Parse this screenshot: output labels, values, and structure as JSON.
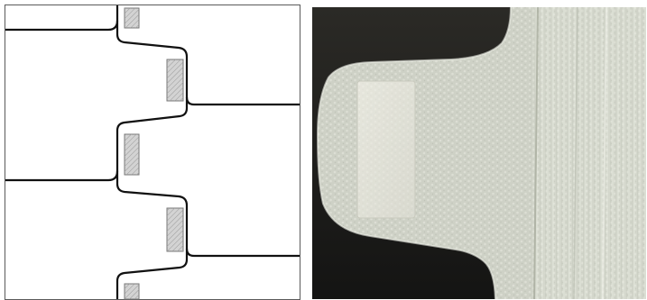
{
  "figure": {
    "panels": [
      {
        "id": "schematic",
        "kind": "line-drawing",
        "description_tag": "fold-pattern-schematic",
        "colors": {
          "background": "#ffffff",
          "frame": "#5a5a5a",
          "outline": "#111111",
          "patch_fill": "#d3d3d3",
          "patch_border": "#777777",
          "hatch": "#9a9a9a"
        },
        "patch_count": 5
      },
      {
        "id": "photo",
        "kind": "photograph",
        "description_tag": "fabric-flap-with-patch-photo",
        "colors": {
          "background_dark": "#1e1e1c",
          "fabric_light": "#dfe2d8",
          "fabric_mid": "#c9ccc0",
          "fabric_shadow": "#aeb2a6",
          "patch": "#ecebe2"
        }
      }
    ]
  }
}
